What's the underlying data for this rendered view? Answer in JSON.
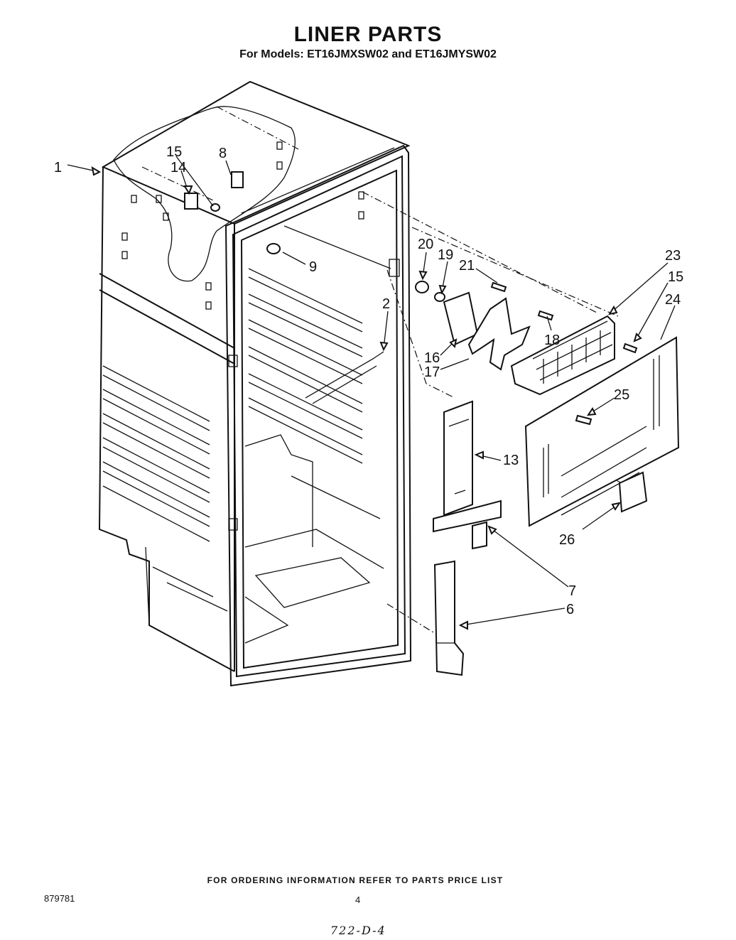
{
  "header": {
    "title": "LINER PARTS",
    "subtitle": "For Models: ET16JMXSW02 and ET16JMYSW02"
  },
  "parts": [
    {
      "id": "p1",
      "label": "1"
    },
    {
      "id": "p15a",
      "label": "15"
    },
    {
      "id": "p14",
      "label": "14"
    },
    {
      "id": "p8",
      "label": "8"
    },
    {
      "id": "p9",
      "label": "9"
    },
    {
      "id": "p2",
      "label": "2"
    },
    {
      "id": "p20",
      "label": "20"
    },
    {
      "id": "p19",
      "label": "19"
    },
    {
      "id": "p21",
      "label": "21"
    },
    {
      "id": "p23",
      "label": "23"
    },
    {
      "id": "p15b",
      "label": "15"
    },
    {
      "id": "p24",
      "label": "24"
    },
    {
      "id": "p18",
      "label": "18"
    },
    {
      "id": "p16",
      "label": "16"
    },
    {
      "id": "p17",
      "label": "17"
    },
    {
      "id": "p25",
      "label": "25"
    },
    {
      "id": "p13",
      "label": "13"
    },
    {
      "id": "p26",
      "label": "26"
    },
    {
      "id": "p7",
      "label": "7"
    },
    {
      "id": "p6",
      "label": "6"
    }
  ],
  "footer": {
    "ordering_note": "FOR ORDERING INFORMATION REFER TO PARTS PRICE LIST",
    "doc_number": "879781",
    "page_number": "4",
    "handwritten_code": "722-D-4"
  }
}
